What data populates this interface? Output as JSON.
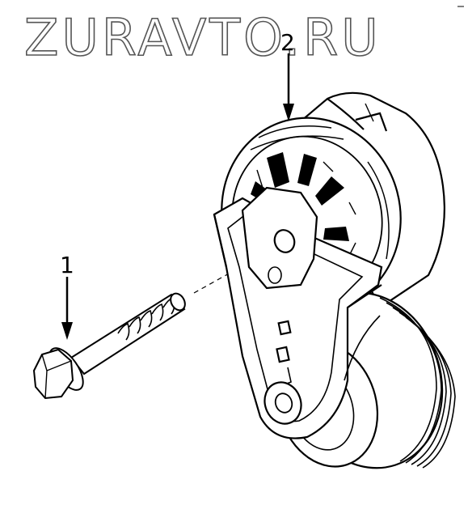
{
  "watermark": "ZURAVTO.RU",
  "callouts": [
    {
      "number": "1",
      "part": "bolt"
    },
    {
      "number": "2",
      "part": "belt-tensioner"
    }
  ],
  "colors": {
    "ink": "#000000",
    "background": "#ffffff",
    "watermark_stroke": "#555555"
  }
}
